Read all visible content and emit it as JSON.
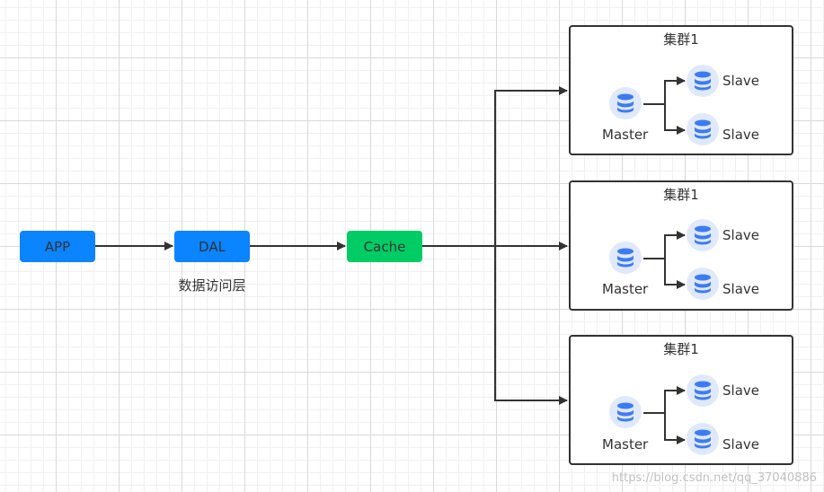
{
  "colors": {
    "node_blue": "#0a84ff",
    "node_green": "#00cc66",
    "db_icon": "#3d7bf2"
  },
  "nodes": {
    "app": "APP",
    "dal": "DAL",
    "dal_caption": "数据访问层",
    "cache": "Cache"
  },
  "clusters": [
    {
      "title": "集群1",
      "master": "Master",
      "slaves": [
        "Slave",
        "Slave"
      ]
    },
    {
      "title": "集群1",
      "master": "Master",
      "slaves": [
        "Slave",
        "Slave"
      ]
    },
    {
      "title": "集群1",
      "master": "Master",
      "slaves": [
        "Slave",
        "Slave"
      ]
    }
  ],
  "watermark": "https://blog.csdn.net/qq_37040886"
}
